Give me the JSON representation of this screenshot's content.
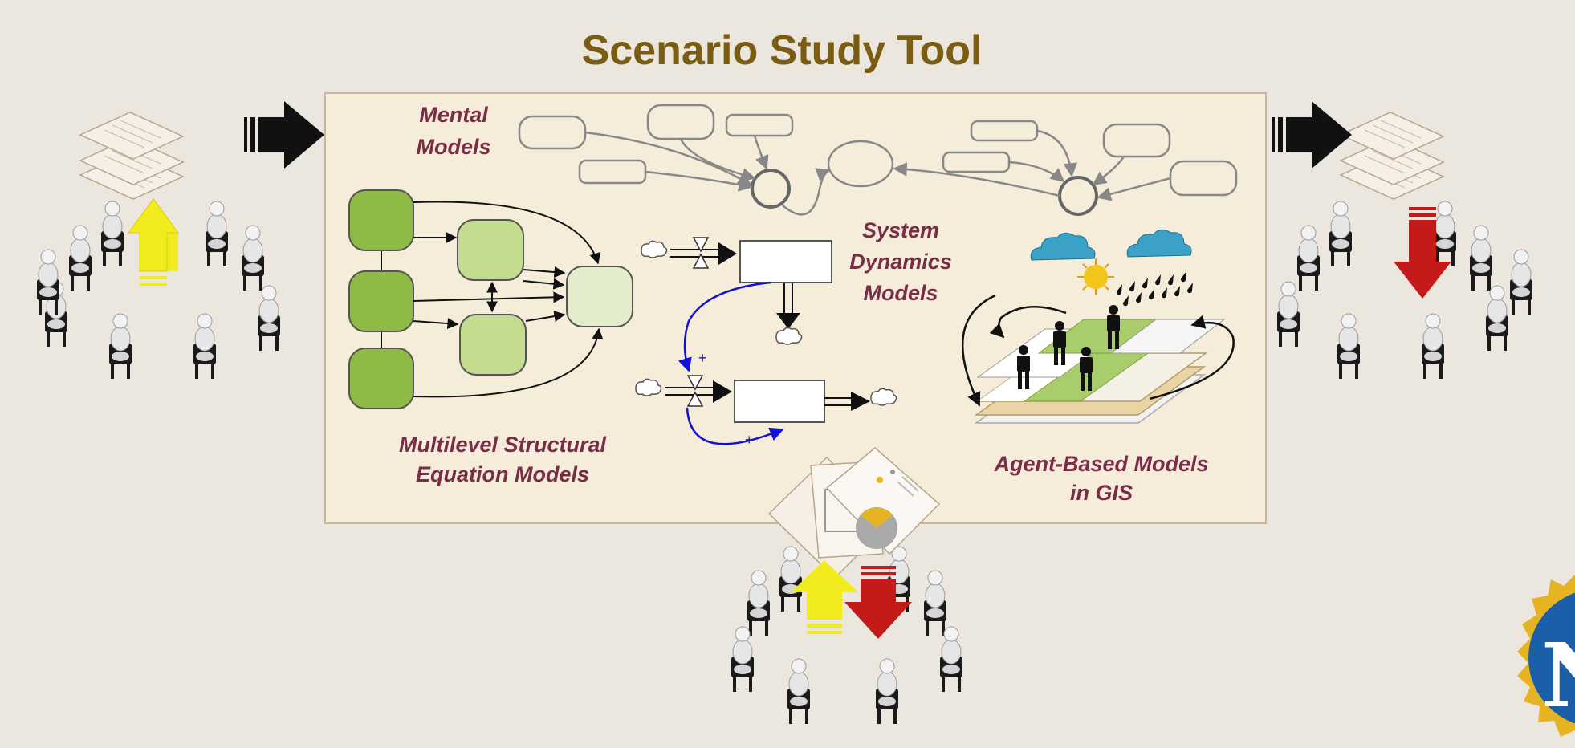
{
  "title": "Scenario Study Tool",
  "labels": {
    "mental_models": [
      "Mental",
      "Models"
    ],
    "system_dynamics": [
      "System",
      "Dynamics",
      "Models"
    ],
    "msem": [
      "Multilevel Structural",
      "Equation Models"
    ],
    "abm": [
      "Agent-Based Models",
      "in GIS"
    ]
  },
  "stock_flow_signs": [
    "+",
    "+"
  ],
  "colors": {
    "title": "#7a5c12",
    "label": "#7a2d47",
    "panel_fill": "#f5ecd9",
    "panel_border": "#c9b59a",
    "node_dark": "#8dbb45",
    "node_mid": "#c3dc8e",
    "node_light": "#e3edcc",
    "cloud_blue": "#3ba1c7",
    "arrow_up": "#f2ec1f",
    "arrow_down": "#c41a1a",
    "link_blue": "#1010d8",
    "gis_green": "#a9cd6a",
    "gis_tan": "#e9d4a5"
  },
  "icons": [
    "stakeholder-group-left",
    "stakeholder-group-right",
    "stakeholder-group-bottom",
    "documents-stack",
    "nsf-seal"
  ]
}
